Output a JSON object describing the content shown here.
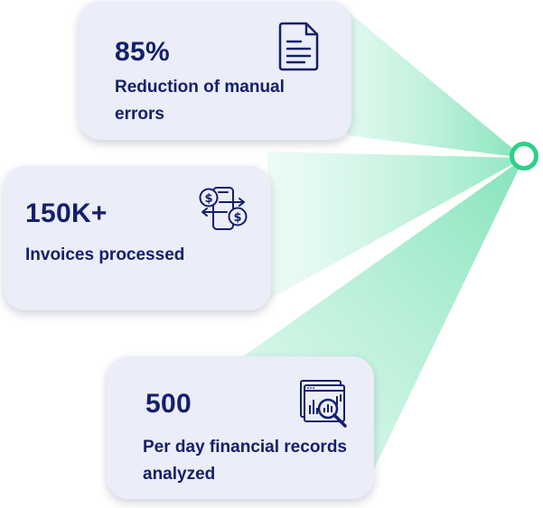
{
  "stats": [
    {
      "value": "85%",
      "label": "Reduction of manual errors",
      "icon": "document-icon"
    },
    {
      "value": "150K+",
      "label": "Invoices processed",
      "icon": "dollar-exchange-icon"
    },
    {
      "value": "500",
      "label": "Per day financial records analyzed",
      "icon": "chart-magnifier-icon"
    }
  ],
  "colors": {
    "text": "#14206a",
    "card_background": "#ebedf8",
    "accent_green": "#2fcf8a",
    "beam_green": "#a8ecd0"
  }
}
